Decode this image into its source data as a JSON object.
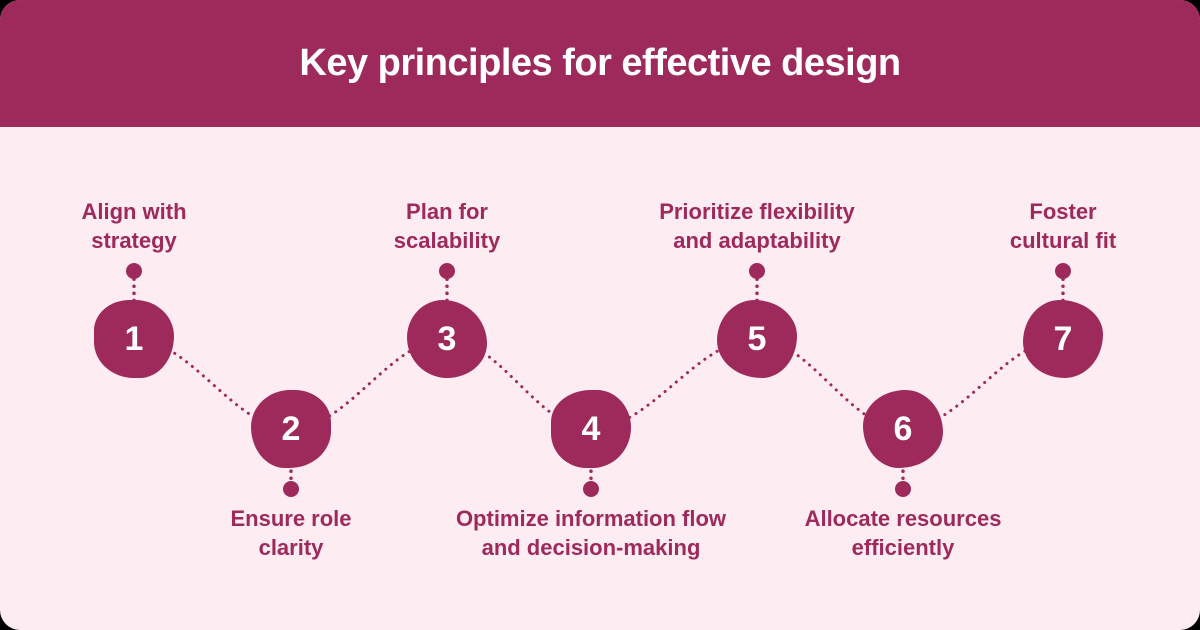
{
  "header": {
    "title": "Key principles for effective design"
  },
  "colors": {
    "accent": "#9e2a5c",
    "background": "#fdecf2",
    "title_text": "#ffffff",
    "number_text": "#ffffff"
  },
  "diagram": {
    "type": "zigzag-timeline",
    "connector_style": "dotted",
    "nodes": [
      {
        "number": "1",
        "label_line1": "Align with",
        "label_line2": "strategy",
        "row": "top"
      },
      {
        "number": "2",
        "label_line1": "Ensure role",
        "label_line2": "clarity",
        "row": "bottom"
      },
      {
        "number": "3",
        "label_line1": "Plan for",
        "label_line2": "scalability",
        "row": "top"
      },
      {
        "number": "4",
        "label_line1": "Optimize information flow",
        "label_line2": "and decision-making",
        "row": "bottom"
      },
      {
        "number": "5",
        "label_line1": "Prioritize flexibility",
        "label_line2": "and adaptability",
        "row": "top"
      },
      {
        "number": "6",
        "label_line1": "Allocate resources",
        "label_line2": "efficiently",
        "row": "bottom"
      },
      {
        "number": "7",
        "label_line1": "Foster",
        "label_line2": "cultural fit",
        "row": "top"
      }
    ]
  }
}
